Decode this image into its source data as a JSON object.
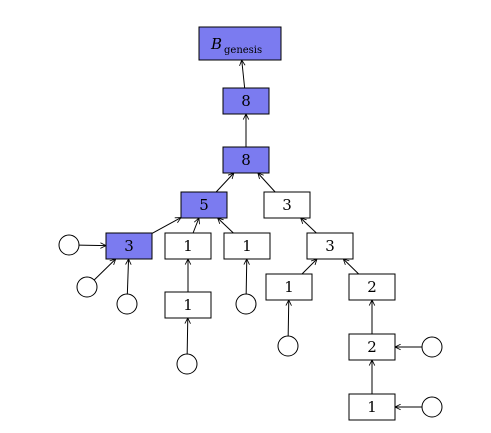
{
  "colors": {
    "highlight": "#7b7bf0",
    "plain": "#ffffff",
    "stroke": "#000000"
  },
  "genesis": {
    "symbol": "B",
    "subscript": "genesis"
  },
  "blocks": [
    {
      "id": "b8a",
      "label": "8",
      "highlighted": true
    },
    {
      "id": "b8b",
      "label": "8",
      "highlighted": true
    },
    {
      "id": "b5",
      "label": "5",
      "highlighted": true
    },
    {
      "id": "b3top",
      "label": "3",
      "highlighted": false
    },
    {
      "id": "b3blue",
      "label": "3",
      "highlighted": true
    },
    {
      "id": "b1a",
      "label": "1",
      "highlighted": false
    },
    {
      "id": "b1b",
      "label": "1",
      "highlighted": false
    },
    {
      "id": "b3mid",
      "label": "3",
      "highlighted": false
    },
    {
      "id": "b1c",
      "label": "1",
      "highlighted": false
    },
    {
      "id": "b1left",
      "label": "1",
      "highlighted": false
    },
    {
      "id": "b2top",
      "label": "2",
      "highlighted": false
    },
    {
      "id": "b2mid",
      "label": "2",
      "highlighted": false
    },
    {
      "id": "b1bottom",
      "label": "1",
      "highlighted": false
    }
  ],
  "leaves": [
    "l1",
    "l2",
    "l3",
    "l4",
    "l5",
    "l6",
    "l7",
    "l8",
    "l9"
  ],
  "edges": [
    [
      "b8a",
      "genesis"
    ],
    [
      "b8b",
      "b8a"
    ],
    [
      "b5",
      "b8b"
    ],
    [
      "b3top",
      "b8b"
    ],
    [
      "b3blue",
      "b5"
    ],
    [
      "b1a",
      "b5"
    ],
    [
      "b1b",
      "b5"
    ],
    [
      "b3mid",
      "b3top"
    ],
    [
      "b1c",
      "b1a"
    ],
    [
      "b1left",
      "b3mid"
    ],
    [
      "b2top",
      "b3mid"
    ],
    [
      "b2mid",
      "b2top"
    ],
    [
      "b1bottom",
      "b2mid"
    ],
    [
      "l1",
      "b3blue"
    ],
    [
      "l2",
      "b3blue"
    ],
    [
      "l3",
      "b3blue"
    ],
    [
      "l4",
      "b1c"
    ],
    [
      "l5",
      "b1b"
    ],
    [
      "l6",
      "b1left"
    ],
    [
      "l7",
      "b2mid"
    ],
    [
      "l8",
      "b1bottom"
    ]
  ]
}
